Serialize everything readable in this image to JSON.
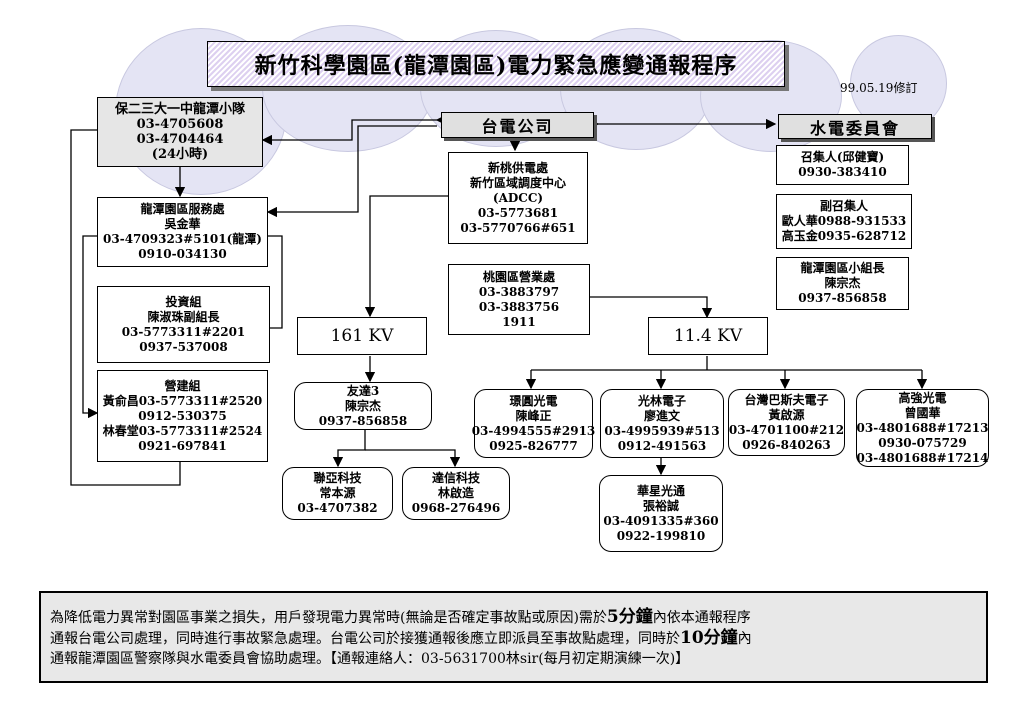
{
  "title": "新竹科學園區(龍潭園區)電力緊急應變通報程序",
  "revision": "99.05.19修訂",
  "police": {
    "lines": [
      "保二三大一中龍潭小隊",
      "03-4705608",
      "03-4704464",
      "(24小時)"
    ]
  },
  "taipower": "台電公司",
  "water_committee": "水電委員會",
  "convener": {
    "lines": [
      "召集人(邱健寶)",
      "0930-383410"
    ]
  },
  "vice_convener": {
    "lines": [
      "副召集人",
      "歐人華0988-931533",
      "高玉金0935-628712"
    ]
  },
  "longtan_leader": {
    "lines": [
      "龍潭園區小組長",
      "陳宗杰",
      "0937-856858"
    ]
  },
  "service_office": {
    "lines": [
      "龍潭園區服務處",
      "吳金華",
      "03-4709323#5101(龍潭)",
      "0910-034130"
    ]
  },
  "investment_group": {
    "lines": [
      "投資組",
      "陳淑珠副組長",
      "03-5773311#2201",
      "0937-537008"
    ]
  },
  "construction_group": {
    "lines": [
      "營建組",
      "黃俞昌03-5773311#2520",
      "0912-530375",
      "林春堂03-5773311#2524",
      "0921-697841"
    ]
  },
  "adcc": {
    "lines": [
      "新桃供電處",
      "新竹區域調度中心",
      "(ADCC)",
      "03-5773681",
      "03-5770766#651"
    ]
  },
  "taoyuan_office": {
    "lines": [
      "桃園區營業處",
      "03-3883797",
      "03-3883756",
      "1911"
    ]
  },
  "kv161": "161 KV",
  "kv114": "11.4 KV",
  "youda": {
    "lines": [
      "友達3",
      "陳宗杰",
      "0937-856858"
    ]
  },
  "lianya": {
    "lines": [
      "聯亞科技",
      "常本源",
      "03-4707382"
    ]
  },
  "daxin": {
    "lines": [
      "達信科技",
      "林啟造",
      "0968-276496"
    ]
  },
  "huanyuan": {
    "lines": [
      "璟圓光電",
      "陳峰正",
      "03-4994555#2913",
      "0925-826777"
    ]
  },
  "guanglin": {
    "lines": [
      "光林電子",
      "廖進文",
      "03-4995939#513",
      "0912-491563"
    ]
  },
  "taiwan_basf": {
    "lines": [
      "台灣巴斯夫電子",
      "黃啟源",
      "03-4701100#212",
      "0926-840263"
    ]
  },
  "gaoqiang": {
    "lines": [
      "高強光電",
      "曾國華",
      "03-4801688#17213",
      "0930-075729",
      "03-4801688#17214"
    ]
  },
  "huaxing": {
    "lines": [
      "華星光通",
      "張裕誠",
      "03-4091335#360",
      "0922-199810"
    ]
  },
  "notice": {
    "line1_a": "為降低電力異常對園區事業之損失，用戶發現電力異常時(無論是否確定事故點或原因)需於",
    "line1_b": "5分鐘",
    "line1_c": "內依本通報程序",
    "line2_a": "通報台電公司處理，同時進行事故緊急處理。台電公司於接獲通報後應立即派員至事故點處理，同時於",
    "line2_b": "10分鐘",
    "line2_c": "內",
    "line3": "通報龍潭園區警察隊與水電委員會協助處理。【通報連絡人：03-5631700林sir(每月初定期演練一次)】"
  }
}
